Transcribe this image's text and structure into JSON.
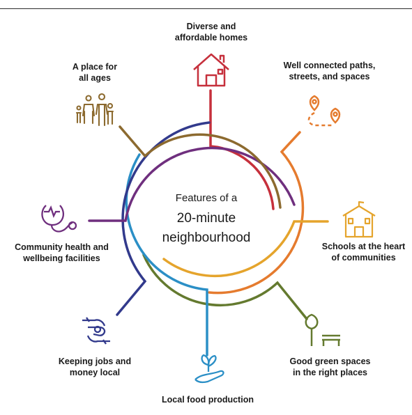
{
  "center": {
    "line1": "Features of a",
    "line2": "20-minute",
    "line3": "neighbourhood"
  },
  "features": [
    {
      "line1": "Diverse and",
      "line2": "affordable homes",
      "icon": "house-icon",
      "color": "#c6303c"
    },
    {
      "line1": "Well connected paths,",
      "line2": "streets, and spaces",
      "icon": "map-pins-icon",
      "color": "#e57b2e"
    },
    {
      "line1": "Schools at the heart",
      "line2": "of communities",
      "icon": "school-icon",
      "color": "#e5a42c"
    },
    {
      "line1": "Good green spaces",
      "line2": "in the right places",
      "icon": "tree-bench-icon",
      "color": "#647a2f"
    },
    {
      "line1": "Local food production",
      "line2": "",
      "icon": "plant-in-hand-icon",
      "color": "#2b8fc6"
    },
    {
      "line1": "Keeping jobs and",
      "line2": "money local",
      "icon": "hands-exchange-icon",
      "color": "#323a8c"
    },
    {
      "line1": "Community health and",
      "line2": "wellbeing facilities",
      "icon": "stethoscope-icon",
      "color": "#6f2f7e"
    },
    {
      "line1": "A place for",
      "line2": "all ages",
      "icon": "family-icon",
      "color": "#8c6a2f"
    }
  ]
}
